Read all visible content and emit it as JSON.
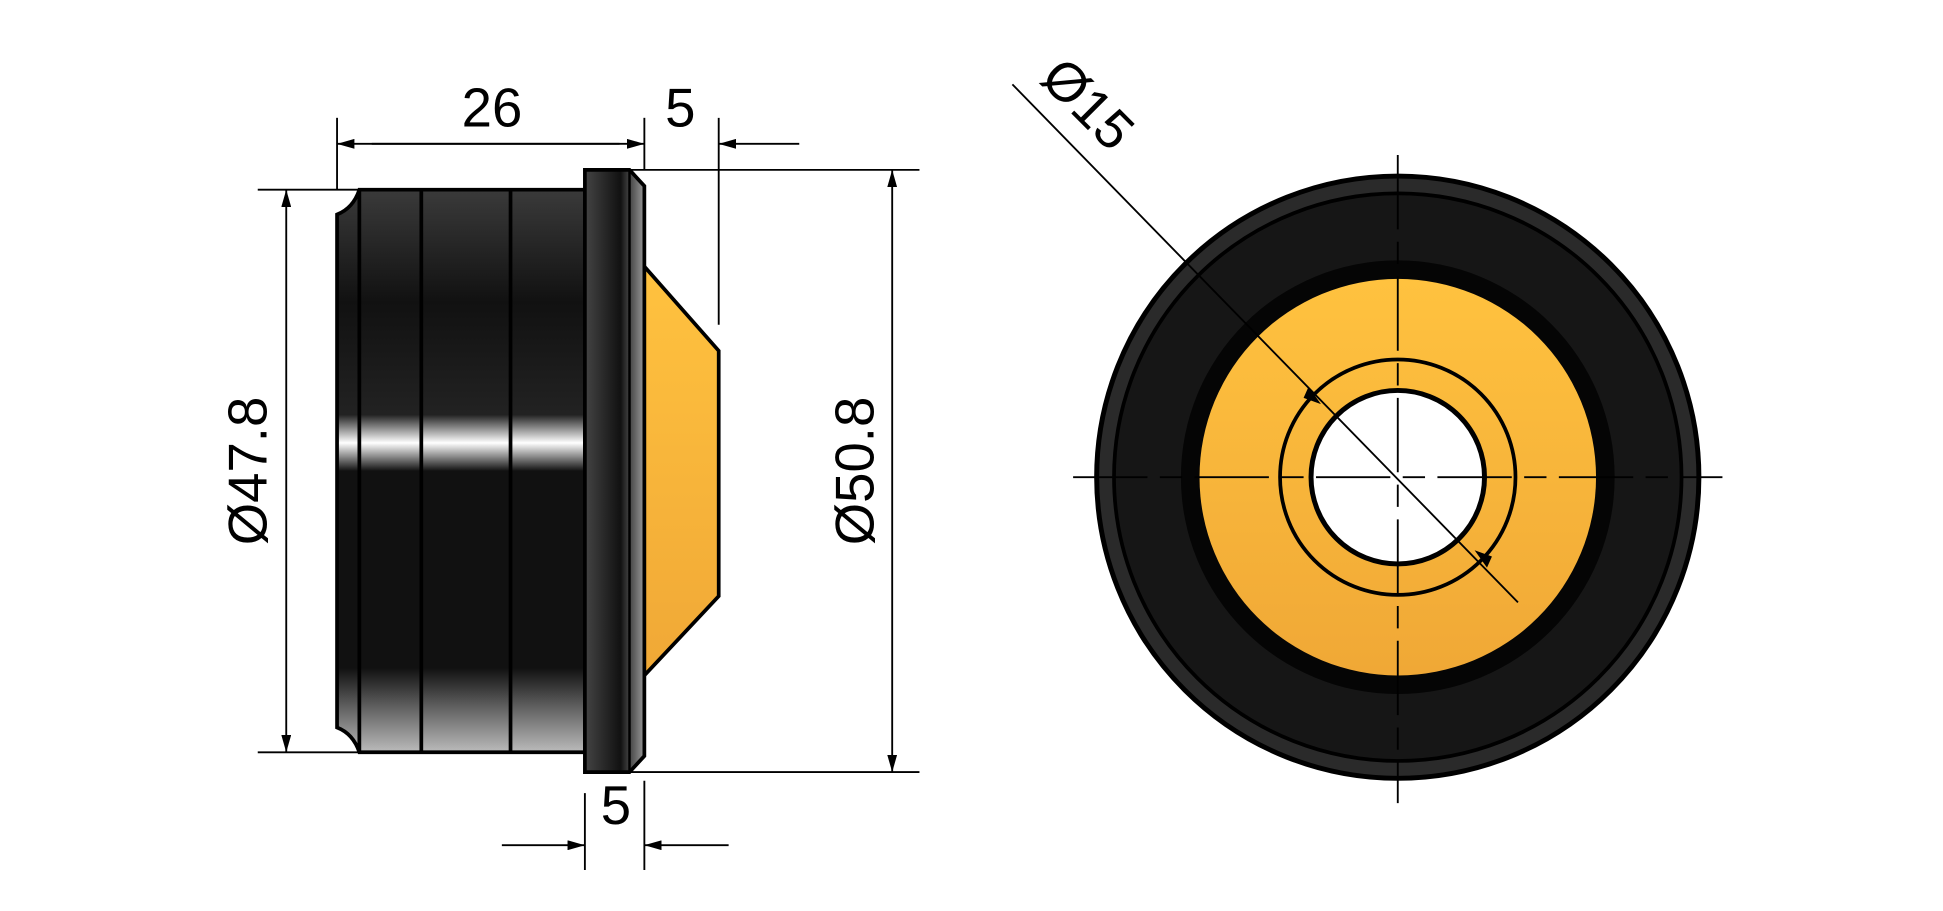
{
  "side_view": {
    "length_label": "26",
    "cone_length_label": "5",
    "flange_width_label": "5",
    "body_diameter_label": "Ø47.8",
    "flange_diameter_label": "Ø50.8"
  },
  "front_view": {
    "bore_diameter_label": "Ø15"
  },
  "colors": {
    "body": "#161616",
    "insert": "#fbb73a",
    "outline": "#000000"
  }
}
